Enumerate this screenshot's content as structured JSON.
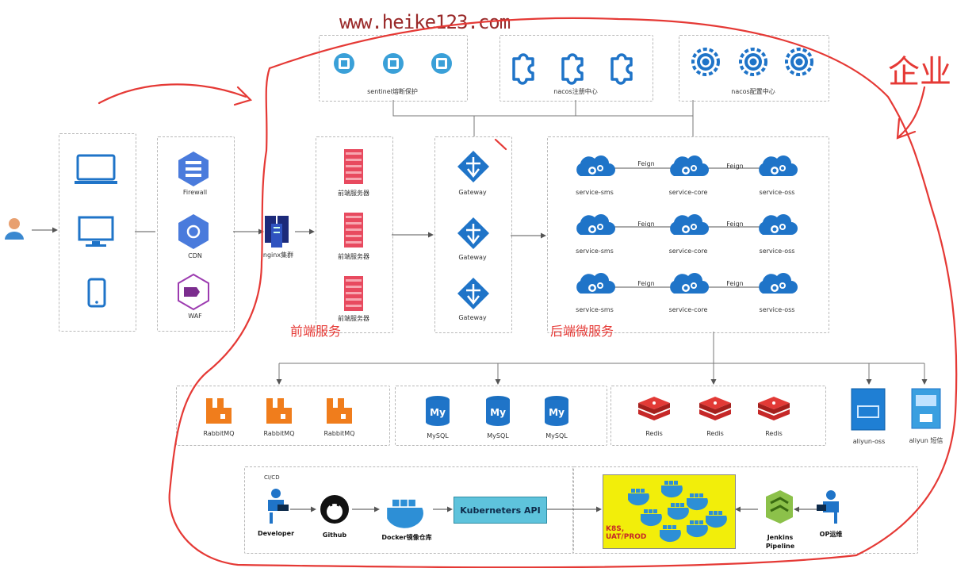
{
  "watermark": "www.heike123.com",
  "handwritten": {
    "corner_text": "企业",
    "frontend_note": "前端服务",
    "backend_note": "后端微服务"
  },
  "top_services": {
    "sentinel": "sentinel熔断保护",
    "nacos_registry": "nacos注册中心",
    "nacos_config": "nacos配置中心"
  },
  "clients": [
    "web-client",
    "desktop-client",
    "mobile-client"
  ],
  "edge": {
    "firewall": "Firewall",
    "cdn": "CDN",
    "waf": "WAF"
  },
  "nginx": "nginx集群",
  "frontend_servers": [
    "前端服务器",
    "前端服务器",
    "前端服务器"
  ],
  "gateways": [
    "Gateway",
    "Gateway",
    "Gateway"
  ],
  "microservices": {
    "feign": "Feign",
    "rows": [
      [
        "service-sms",
        "service-core",
        "service-oss"
      ],
      [
        "service-sms",
        "service-core",
        "service-oss"
      ],
      [
        "service-sms",
        "service-core",
        "service-oss"
      ]
    ]
  },
  "middleware": {
    "rabbitmq": [
      "RabbitMQ",
      "RabbitMQ",
      "RabbitMQ"
    ],
    "mysql": [
      "MySQL",
      "MySQL",
      "MySQL"
    ],
    "redis": [
      "Redis",
      "Redis",
      "Redis"
    ],
    "aliyun_oss": "aliyun-oss",
    "aliyun_sms": "aliyun 短信"
  },
  "cicd": {
    "section_label": "CI/CD",
    "developer": "Developer",
    "github": "Github",
    "docker": "Docker镜像仓库",
    "kube_api": "Kuberneters API",
    "k8s": "K8S,\nUAT/PROD",
    "jenkins": "Jenkins\nPipeline",
    "op": "OP运维"
  },
  "colors": {
    "accent_blue": "#1f74c8",
    "annotation_red": "#e53935",
    "k8s_yellow": "#f2ee0a",
    "rabbit_orange": "#f07d1c",
    "redis_red": "#c62828",
    "kube_cyan": "#5ec3dc"
  }
}
